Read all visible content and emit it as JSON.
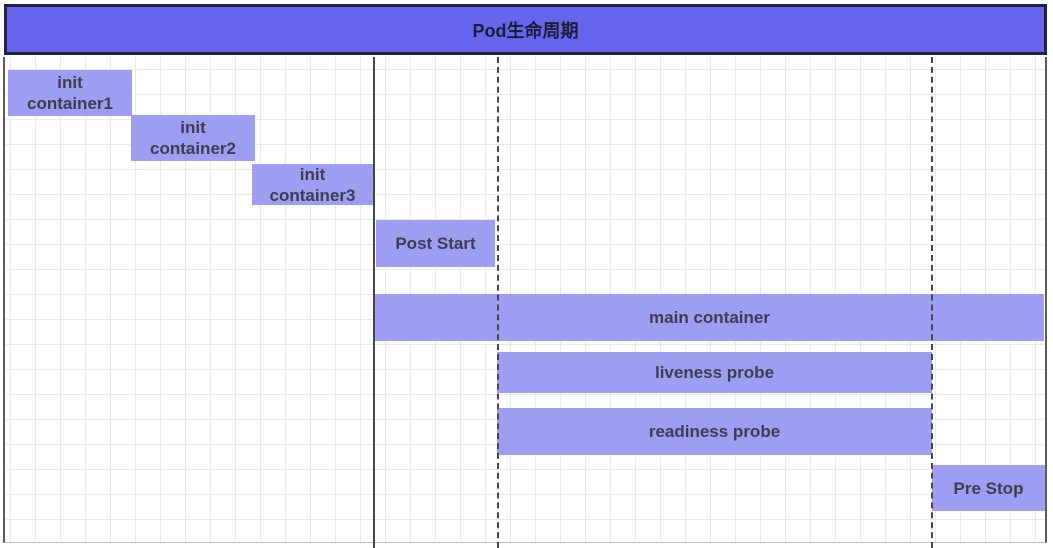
{
  "header": {
    "title": "Pod生命周期"
  },
  "bars": {
    "init1": {
      "line1": "init",
      "line2": "container1"
    },
    "init2": {
      "line1": "init",
      "line2": "container2"
    },
    "init3": {
      "line1": "init",
      "line2": "container3"
    },
    "post_start": {
      "label": "Post Start"
    },
    "main_container": {
      "label": "main container"
    },
    "liveness_probe": {
      "label": "liveness probe"
    },
    "readiness_probe": {
      "label": "readiness probe"
    },
    "pre_stop": {
      "label": "Pre Stop"
    }
  },
  "colors": {
    "header_fill": "#6565ee",
    "header_border": "#23233f",
    "bar_fill": "#9d9df2",
    "label_color": "#3d3d52",
    "header_text": "#1c1c36",
    "line_color": "#474747",
    "frame_border": "#5a5a5a",
    "grid_line": "#e9e9ec"
  }
}
